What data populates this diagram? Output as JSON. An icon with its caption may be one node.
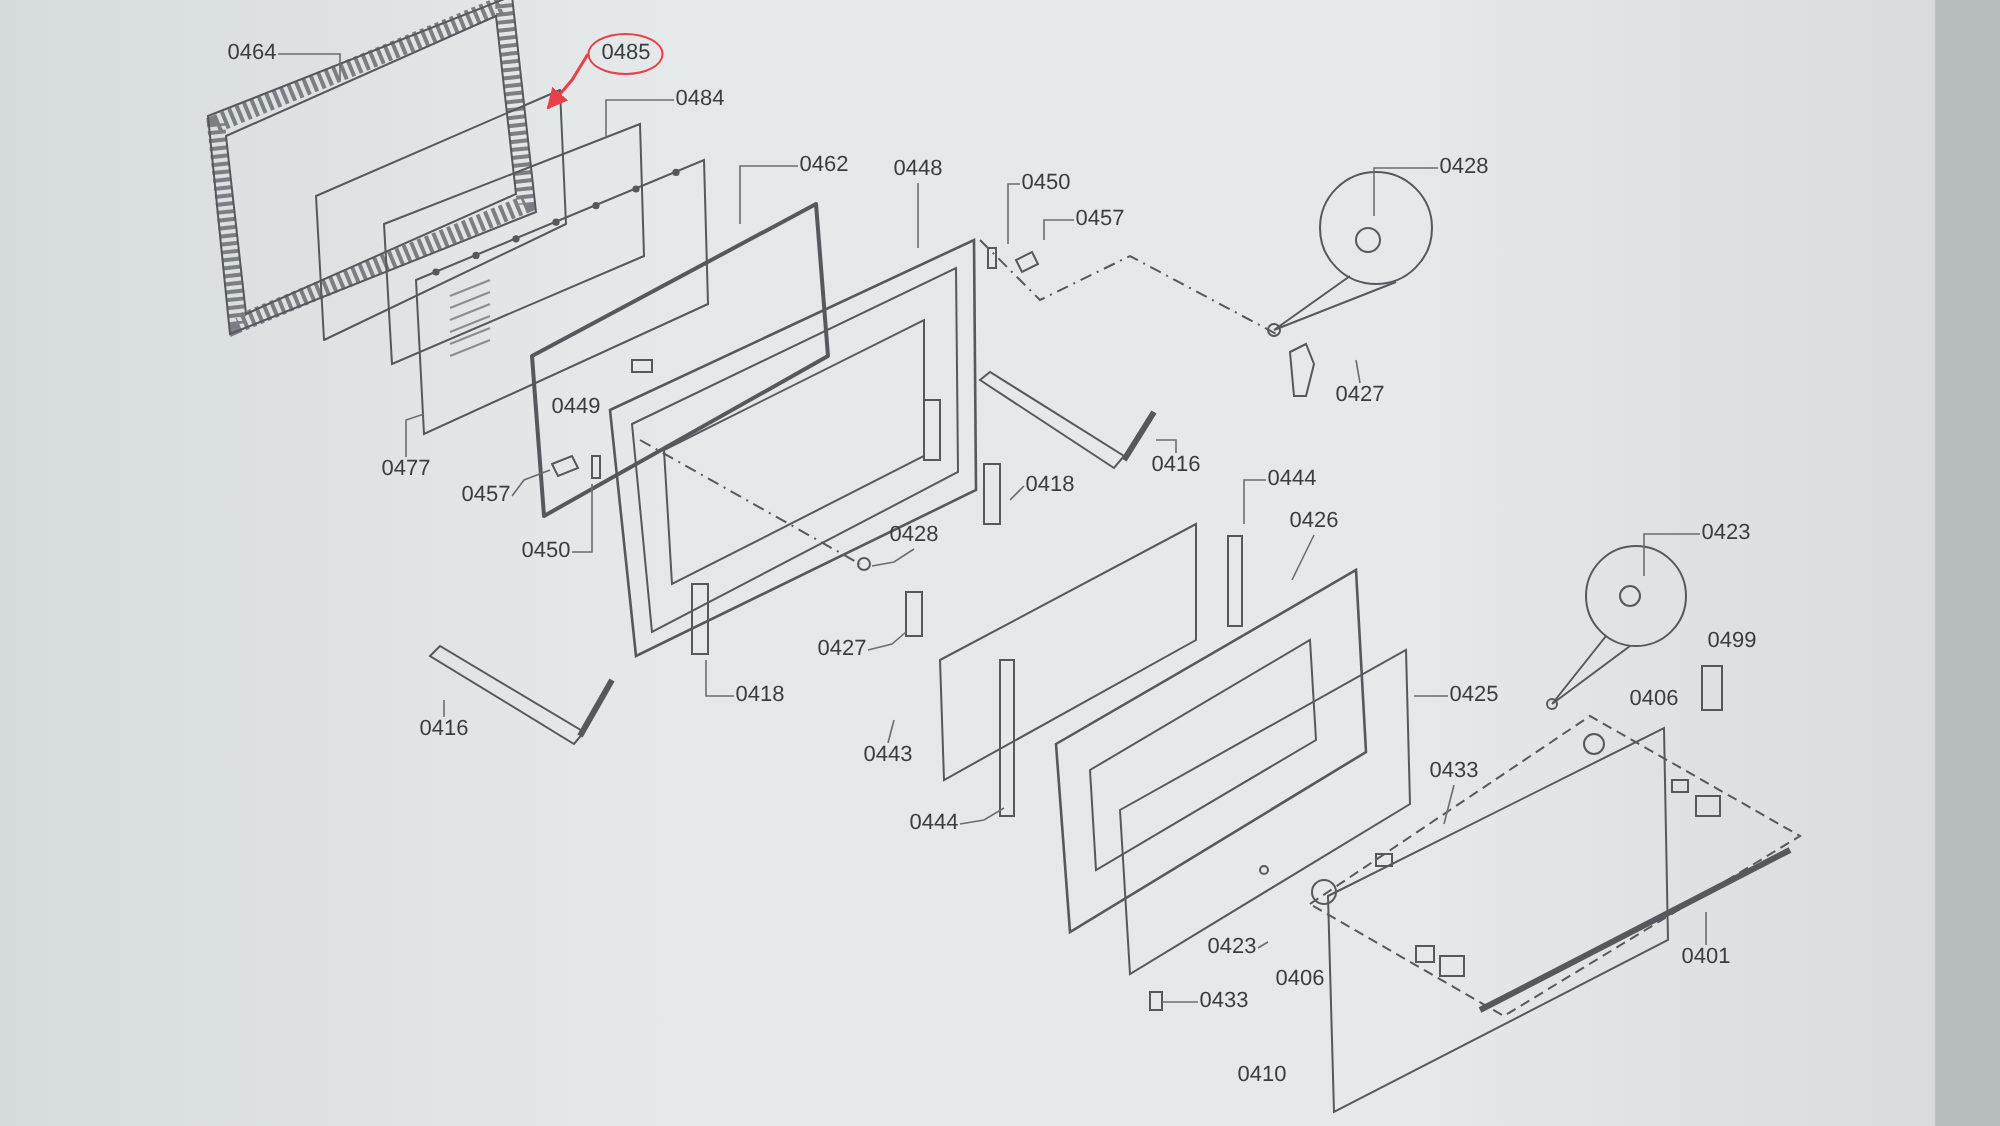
{
  "diagram": {
    "nodes": [
      {
        "text": [
          "0464"
        ]
      },
      {
        "text": [
          "0485"
        ]
      },
      {
        "text": [
          "0484"
        ]
      },
      {
        "text": [
          "0462"
        ]
      },
      {
        "text": [
          "0448"
        ]
      },
      {
        "text": [
          "0450"
        ]
      },
      {
        "text": [
          "0457"
        ]
      },
      {
        "text": [
          "0428"
        ]
      },
      {
        "text": [
          "0477"
        ]
      },
      {
        "text": [
          "0457"
        ]
      },
      {
        "text": [
          "0450"
        ]
      },
      {
        "text": [
          "0427"
        ]
      },
      {
        "text": [
          "0416"
        ]
      },
      {
        "text": [
          "0418"
        ]
      },
      {
        "text": [
          "0428"
        ]
      },
      {
        "text": [
          "0427"
        ]
      },
      {
        "text": [
          "0416"
        ]
      },
      {
        "text": [
          "0418"
        ]
      },
      {
        "text": [
          "0444"
        ]
      },
      {
        "text": [
          "0426"
        ]
      },
      {
        "text": [
          "0425"
        ]
      },
      {
        "text": [
          "0423"
        ]
      },
      {
        "text": [
          "0443"
        ]
      },
      {
        "text": [
          "0433"
        ]
      },
      {
        "text": [
          "0444"
        ]
      },
      {
        "text": [
          "0401"
        ]
      },
      {
        "text": [
          "0423"
        ]
      },
      {
        "text": [
          "0433"
        ]
      }
    ],
    "edges": [
      {
        "from": 0,
        "to": null,
        "arrow": "none"
      },
      {
        "from": 1,
        "to": null,
        "arrow": "to",
        "color": "#e8404a"
      },
      {
        "from": 2,
        "to": null,
        "arrow": "none"
      },
      {
        "from": 3,
        "to": null,
        "arrow": "none"
      },
      {
        "from": 4,
        "to": null,
        "arrow": "none"
      },
      {
        "from": 5,
        "to": null,
        "arrow": "none"
      },
      {
        "from": 6,
        "to": null,
        "arrow": "none"
      },
      {
        "from": 7,
        "to": null,
        "arrow": "none"
      },
      {
        "from": 8,
        "to": null,
        "arrow": "none"
      },
      {
        "from": 9,
        "to": null,
        "arrow": "none"
      },
      {
        "from": 10,
        "to": null,
        "arrow": "none"
      },
      {
        "from": 11,
        "to": null,
        "arrow": "none"
      },
      {
        "from": 12,
        "to": null,
        "arrow": "none"
      },
      {
        "from": 13,
        "to": null,
        "arrow": "none"
      },
      {
        "from": 14,
        "to": null,
        "arrow": "none"
      },
      {
        "from": 15,
        "to": null,
        "arrow": "none"
      },
      {
        "from": 16,
        "to": null,
        "arrow": "none"
      },
      {
        "from": 17,
        "to": null,
        "arrow": "none"
      },
      {
        "from": 18,
        "to": null,
        "arrow": "none"
      },
      {
        "from": 19,
        "to": null,
        "arrow": "none"
      },
      {
        "from": 20,
        "to": null,
        "arrow": "none"
      },
      {
        "from": 21,
        "to": null,
        "arrow": "none"
      },
      {
        "from": 22,
        "to": null,
        "arrow": "none"
      },
      {
        "from": 23,
        "to": null,
        "arrow": "none"
      },
      {
        "from": 24,
        "to": null,
        "arrow": "none"
      },
      {
        "from": 25,
        "to": null,
        "arrow": "none"
      },
      {
        "from": 26,
        "to": null,
        "arrow": "none"
      },
      {
        "from": 27,
        "to": null,
        "arrow": "none"
      }
    ],
    "labels": [
      "0449",
      "0499",
      "0406",
      "0406",
      "0410"
    ]
  }
}
